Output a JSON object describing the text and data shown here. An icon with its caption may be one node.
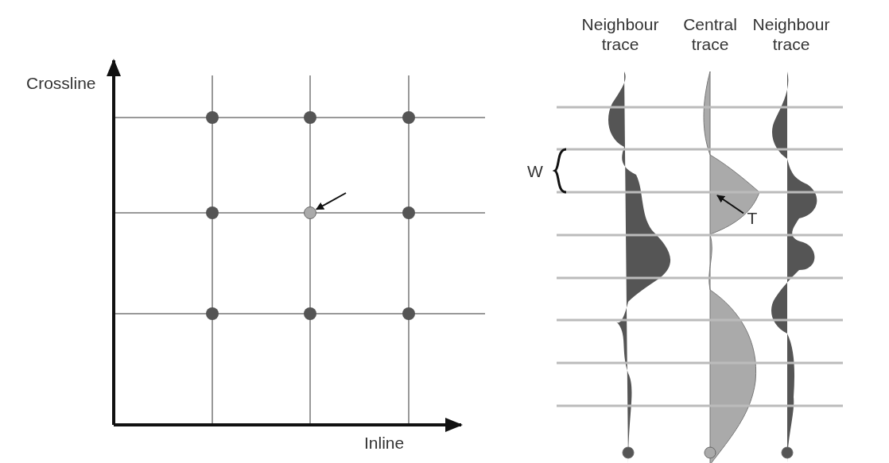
{
  "diagram": {
    "nodes": [
      {
        "text": [
          "T"
        ]
      },
      {
        "text": [],
        "shape": "circle"
      }
    ],
    "edges": [
      {
        "from": null,
        "to": 1,
        "arrow": "to"
      },
      {
        "from": 0,
        "to": null,
        "arrow": "to"
      }
    ],
    "labels": [
      "Crossline",
      "Inline",
      "Neighbour trace",
      "Central trace",
      "Neighbour trace",
      "W"
    ]
  }
}
